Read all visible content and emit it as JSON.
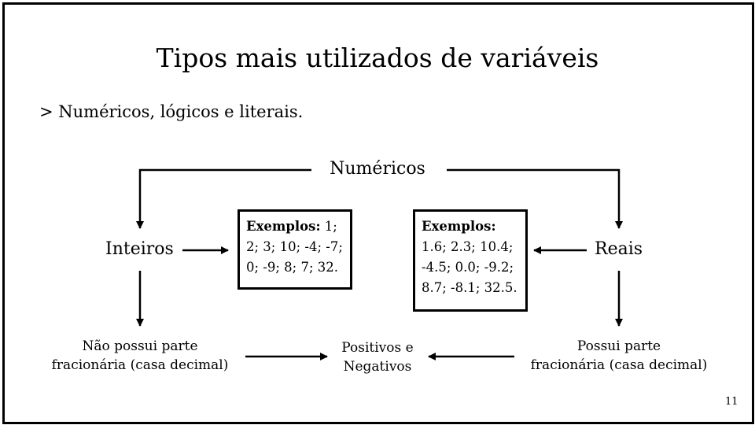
{
  "slide": {
    "title": "Tipos mais utilizados de variáveis",
    "subtitle": "> Numéricos, lógicos e literais.",
    "page_number": "11"
  },
  "diagram": {
    "root": "Numéricos",
    "left_node": "Inteiros",
    "right_node": "Reais",
    "left_examples": {
      "label": "Exemplos:",
      "line1": " 1;",
      "line2": "2; 3; 10; -4; -7;",
      "line3": "0; -9; 8; 7; 32."
    },
    "right_examples": {
      "label": "Exemplos:",
      "line1": "1.6; 2.3; 10.4;",
      "line2": "-4.5; 0.0; -9.2;",
      "line3": "8.7; -8.1; 32.5."
    },
    "left_desc": {
      "line1": "Não possui parte",
      "line2": "fracionária (casa decimal)"
    },
    "right_desc": {
      "line1": "Possui parte",
      "line2": "fracionária (casa decimal)"
    },
    "center": {
      "line1": "Positivos e",
      "line2": "Negativos"
    }
  }
}
